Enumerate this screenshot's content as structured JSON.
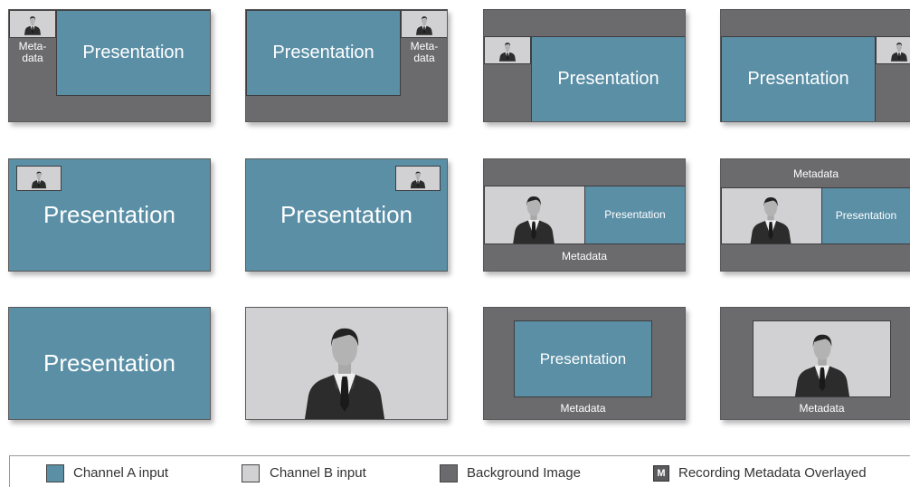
{
  "labels": {
    "presentation": "Presentation",
    "metadata": "Metadata",
    "metadata_split": "Meta-\ndata"
  },
  "legend": {
    "channel_a": "Channel A input",
    "channel_b": "Channel B input",
    "background": "Background Image",
    "recording_badge": "M",
    "recording": "Recording Metadata Overlayed"
  },
  "colors": {
    "channel_a": "#5a8fa6",
    "channel_b": "#d1d1d3",
    "background": "#6b6b6e"
  }
}
